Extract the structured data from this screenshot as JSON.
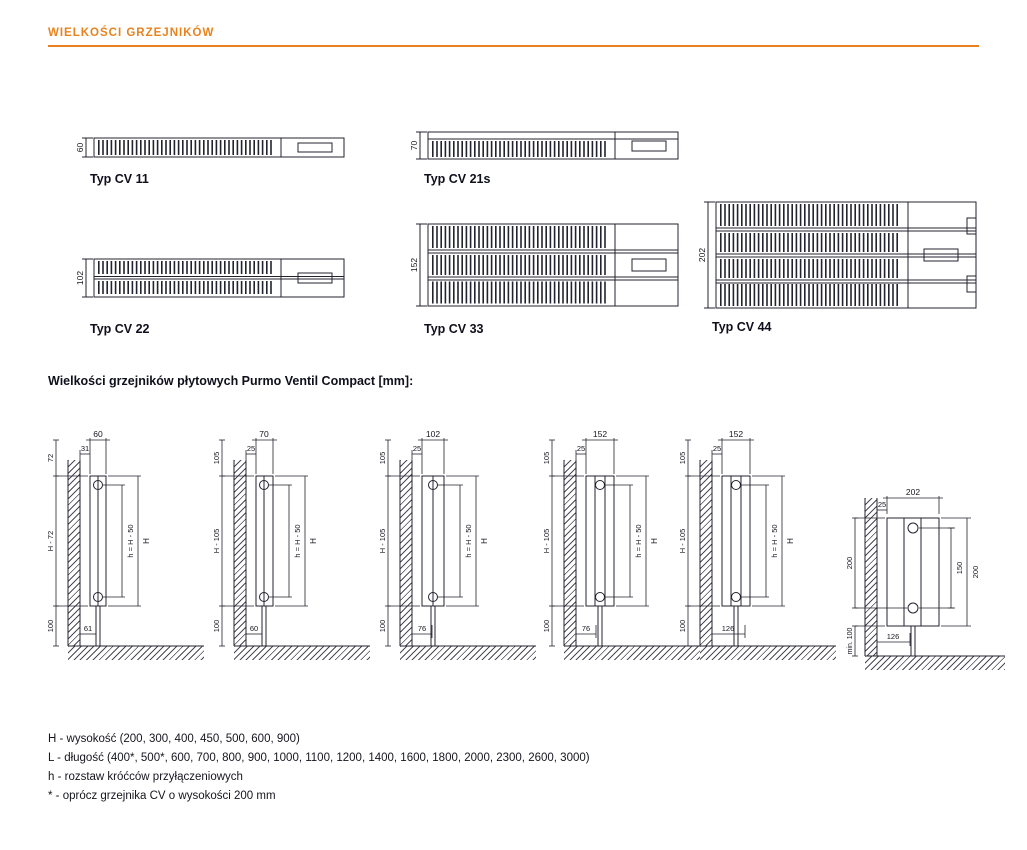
{
  "page": {
    "title": "WIELKOŚCI GRZEJNIKÓW"
  },
  "colors": {
    "accent": "#E8821E",
    "line": "#23232f"
  },
  "cross_sections": {
    "items": [
      {
        "label": "Typ CV 11",
        "depth": "60"
      },
      {
        "label": "Typ CV 21s",
        "depth": "70"
      },
      {
        "label": "Typ CV 22",
        "depth": "102"
      },
      {
        "label": "Typ CV 33",
        "depth": "152"
      },
      {
        "label": "Typ CV 44",
        "depth": "202"
      }
    ]
  },
  "dimensions_section": {
    "heading": "Wielkości grzejników płytowych Purmo Ventil Compact [mm]:",
    "drawings": [
      {
        "depth": "60",
        "wall_gap": "31",
        "top_offset": "72",
        "height_span": "H - 72",
        "connection_span": "h = H - 50",
        "total_height": "H",
        "floor_clearance": "100",
        "pipe_offset": "61"
      },
      {
        "depth": "70",
        "wall_gap": "25",
        "top_offset": "105",
        "height_span": "H - 105",
        "connection_span": "h = H - 50",
        "total_height": "H",
        "floor_clearance": "100",
        "pipe_offset": "60"
      },
      {
        "depth": "102",
        "wall_gap": "25",
        "top_offset": "105",
        "height_span": "H - 105",
        "connection_span": "h = H - 50",
        "total_height": "H",
        "floor_clearance": "100",
        "pipe_offset": "76"
      },
      {
        "depth": "152",
        "wall_gap": "25",
        "top_offset": "105",
        "height_span": "H - 105",
        "connection_span": "h = H - 50",
        "total_height": "H",
        "floor_clearance": "100",
        "pipe_offset": "76"
      },
      {
        "depth": "152",
        "wall_gap": "25",
        "top_offset": "105",
        "height_span": "H - 105",
        "connection_span": "h = H - 50",
        "total_height": "H",
        "floor_clearance": "100",
        "pipe_offset": "126"
      }
    ],
    "corner_detail": {
      "depth": "202",
      "wall_gap": "25",
      "left_height": "200",
      "valve_span": "150",
      "right_height": "200",
      "floor_clearance": "min. 100",
      "pipe_offset": "126"
    }
  },
  "legend": {
    "lines": [
      "H - wysokość (200, 300, 400, 450, 500, 600, 900)",
      "L - długość (400*, 500*, 600, 700, 800, 900, 1000, 1100, 1200, 1400, 1600, 1800, 2000, 2300, 2600, 3000)",
      "h - rozstaw króćców przyłączeniowych",
      "* - oprócz grzejnika CV o wysokości 200 mm"
    ]
  }
}
